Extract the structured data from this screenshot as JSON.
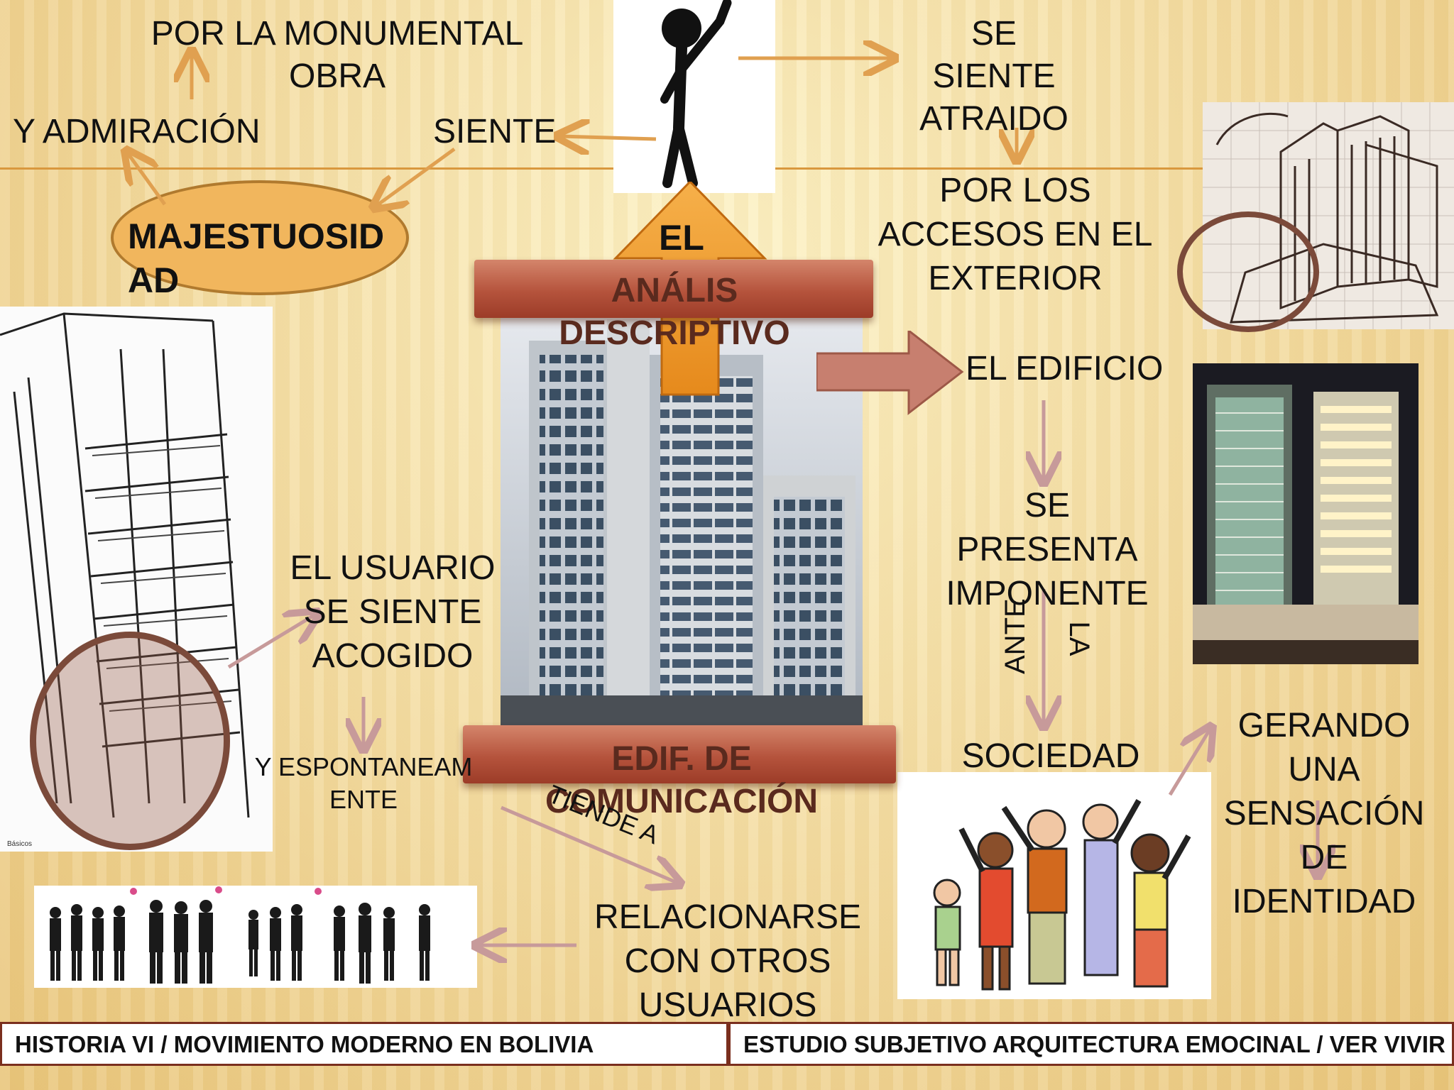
{
  "top_left": {
    "monumental": "POR LA MONUMENTAL OBRA",
    "admiracion": "Y ADMIRACIÓN",
    "siente": "SIENTE",
    "majestuosidad": "MAJESTUOSIDAD"
  },
  "top_right": {
    "atraido": "SE SIENTE ATRAIDO",
    "accesos": "POR LOS ACCESOS EN EL EXTERIOR"
  },
  "center": {
    "el": "EL",
    "analisis": "ANÁLIS DESCRIPTIVO",
    "edif": "EDIF. DE COMUNICACIÓN",
    "tiende": "TIENDE A"
  },
  "right": {
    "edificio": "EL EDIFICIO",
    "presenta": "SE PRESENTA IMPONENTE",
    "ante": "ANTE",
    "la": "LA",
    "sociedad": "SOCIEDAD",
    "gerando": "GERANDO UNA SENSACIÓN DE IDENTIDAD"
  },
  "left": {
    "usuario": "EL USUARIO SE SIENTE ACOGIDO",
    "espontaneamente": "Y ESPONTANEAMENTE",
    "relacionarse": "RELACIONARSE CON OTROS USUARIOS",
    "sketch_caption": "Básicos"
  },
  "footer": {
    "left": "HISTORIA VI  / MOVIMIENTO MODERNO EN BOLIVIA",
    "right": "ESTUDIO SUBJETIVO ARQUITECTURA EMOCINAL / VER VIVIR"
  },
  "colors": {
    "arrow_orange": "#e0a050",
    "arrow_pink": "#c79a9a",
    "banner": "#b5533c",
    "ellipse_fill": "#f1b65d",
    "circle": "#7b4a3a"
  }
}
